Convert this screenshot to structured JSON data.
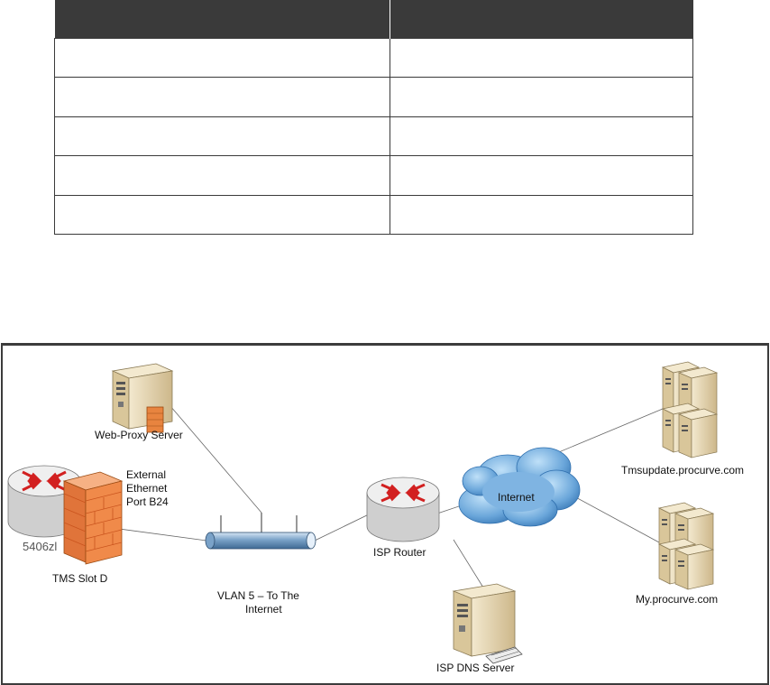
{
  "table": {
    "headers": [
      "",
      ""
    ],
    "rows": [
      [
        "",
        ""
      ],
      [
        "",
        ""
      ],
      [
        "",
        ""
      ],
      [
        "",
        ""
      ],
      [
        "",
        ""
      ]
    ]
  },
  "diagram": {
    "labels": {
      "web_proxy": "Web-Proxy Server",
      "external_port_1": "External",
      "external_port_2": "Ethernet",
      "external_port_3": "Port B24",
      "switch": "5406zl",
      "tms": "TMS Slot D",
      "vlan_1": "VLAN 5 – To The",
      "vlan_2": "Internet",
      "isp_router": "ISP Router",
      "internet": "Internet",
      "isp_dns": "ISP DNS Server",
      "tmsupdate": "Tmsupdate.procurve.com",
      "my_procurve": "My.procurve.com"
    },
    "colors": {
      "router_top": "#ececec",
      "router_side": "#c9c9c9",
      "router_arrows": "#d22020",
      "firewall": "#f08a4a",
      "firewall_mortar": "#c9541e",
      "server_body": "#eadcb8",
      "server_front": "#d9c69a",
      "cloud_light": "#8fc0e8",
      "cloud_dark": "#3f7fbf",
      "bus_pipe": "#7aa2c8"
    }
  }
}
